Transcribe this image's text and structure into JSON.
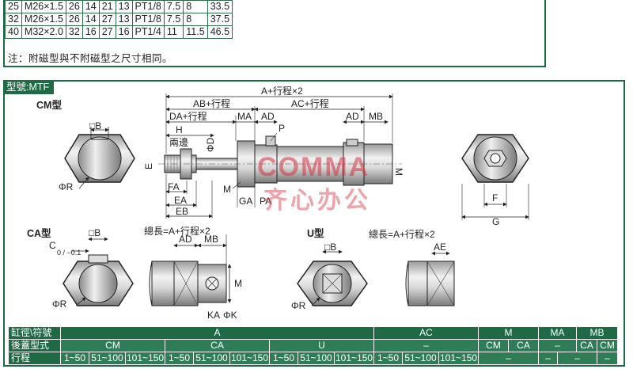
{
  "spec_rows": [
    [
      "25",
      "M26×1.5",
      "26",
      "14",
      "21",
      "13",
      "PT1/8",
      "7.5",
      "8",
      "33.5"
    ],
    [
      "32",
      "M26×1.5",
      "26",
      "14",
      "27",
      "13",
      "PT1/8",
      "7.5",
      "8",
      "37.5"
    ],
    [
      "40",
      "M32×2.0",
      "32",
      "16",
      "27",
      "16",
      "PT1/4",
      "11",
      "11.5",
      "46.5"
    ]
  ],
  "note": "注：附磁型與不附磁型之尺寸相同。",
  "model_tag": "型號:MTF",
  "labels": {
    "cm": "CM型",
    "ca": "CA型",
    "u": "U型",
    "total_length_ca": "總長=A+行程×2",
    "total_length_u": "總長=A+行程×2"
  },
  "dims": {
    "a_stroke": "A+行程×2",
    "ab_stroke": "AB+行程",
    "ac_stroke": "AC+行程",
    "da_stroke": "DA+行程",
    "ma": "MA",
    "ad": "AD",
    "mb": "MB",
    "h": "H",
    "p": "P",
    "two_flats": "兩邊",
    "phi_d": "ΦD",
    "e": "E",
    "m": "M",
    "ga": "GA",
    "pa": "PA",
    "fa": "FA",
    "ea": "EA",
    "eb": "EB",
    "phi_r": "ΦR",
    "box_b": "□B",
    "f": "F",
    "g": "G",
    "c": "C",
    "tol": "0 / −0.1",
    "ka": "KA",
    "phi_k": "ΦK",
    "ae": "AE"
  },
  "watermark": {
    "brand": "COMMA",
    "text": "齐心办公"
  },
  "bottom_table": {
    "row1": {
      "head": "缸徑\\符號",
      "a": "A",
      "ac": "AC",
      "m": "M",
      "ma": "MA",
      "mb": "MB"
    },
    "row2": {
      "head": "後蓋型式",
      "cm": "CM",
      "ca": "CA",
      "u": "U",
      "ac_dash": "–",
      "m_cm": "CM",
      "m_ca": "CA",
      "ma_dash": "–",
      "mb_ca": "CA",
      "mb_cm": "CM"
    },
    "row3": {
      "head": "行程",
      "strokes": [
        "1~50",
        "51~100",
        "101~150",
        "1~50",
        "51~100",
        "101~150",
        "1~50",
        "51~100",
        "101~150",
        "1~50",
        "51~100",
        "101~150"
      ],
      "dashes": [
        "–",
        "–",
        "–",
        "–"
      ]
    }
  }
}
